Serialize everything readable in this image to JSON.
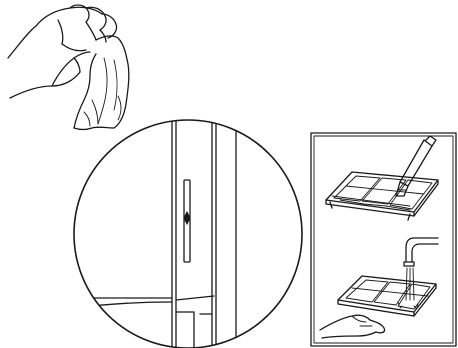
{
  "illustration": {
    "panels": [
      {
        "name": "hand-wiping-cloth",
        "icon": "cloth-icon"
      },
      {
        "name": "door-latch-detail",
        "icon": "magnifier-circle-icon"
      },
      {
        "name": "filter-cleaning-steps",
        "icon": "filter-icon"
      }
    ],
    "colors": {
      "stroke": "#1a1a1a",
      "background": "#ffffff"
    }
  }
}
